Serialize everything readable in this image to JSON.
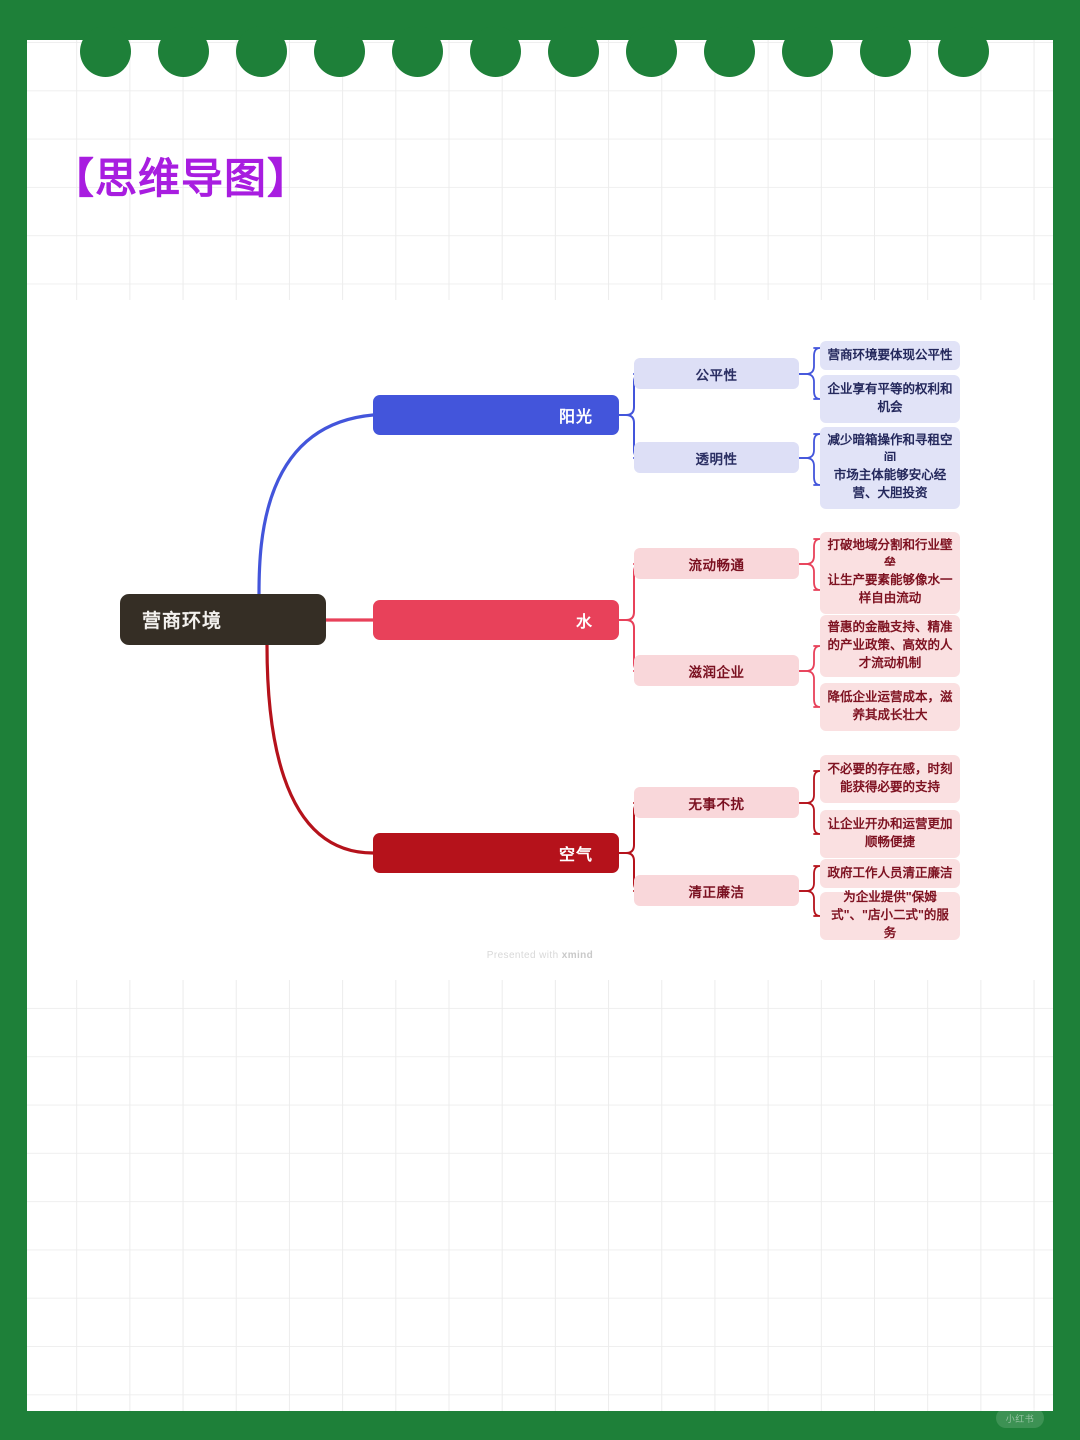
{
  "title": "【思维导图】",
  "footer": {
    "prefix": "Presented with ",
    "brand": "xmind"
  },
  "watermark": "小红书",
  "colors": {
    "frame_green": "#1E8039",
    "title_purple": "#A81DE0",
    "root": "#352E25",
    "sunshine": "#4355DB",
    "water": "#E8415A",
    "air": "#B5121B",
    "sub_blue": "#DDDFF6",
    "sub_pink": "#F9D7DA",
    "leaf_blue": "#E1E3F7",
    "leaf_pink": "#FAE0E1"
  },
  "mindmap": {
    "root": "营商环境",
    "branches": [
      {
        "label": "阳光",
        "subs": [
          {
            "label": "公平性",
            "leaves": [
              "营商环境要体现公平性",
              "企业享有平等的权利和机会"
            ]
          },
          {
            "label": "透明性",
            "leaves": [
              "减少暗箱操作和寻租空间",
              "市场主体能够安心经营、大胆投资"
            ]
          }
        ]
      },
      {
        "label": "水",
        "subs": [
          {
            "label": "流动畅通",
            "leaves": [
              "打破地域分割和行业壁垒",
              "让生产要素能够像水一样自由流动"
            ]
          },
          {
            "label": "滋润企业",
            "leaves": [
              "普惠的金融支持、精准的产业政策、高效的人才流动机制",
              "降低企业运营成本，滋养其成长壮大"
            ]
          }
        ]
      },
      {
        "label": "空气",
        "subs": [
          {
            "label": "无事不扰",
            "leaves": [
              "不必要的存在感，时刻能获得必要的支持",
              "让企业开办和运营更加顺畅便捷"
            ]
          },
          {
            "label": "清正廉洁",
            "leaves": [
              "政府工作人员清正廉洁",
              "为企业提供\"保姆式\"、\"店小二式\"的服务"
            ]
          }
        ]
      }
    ]
  }
}
